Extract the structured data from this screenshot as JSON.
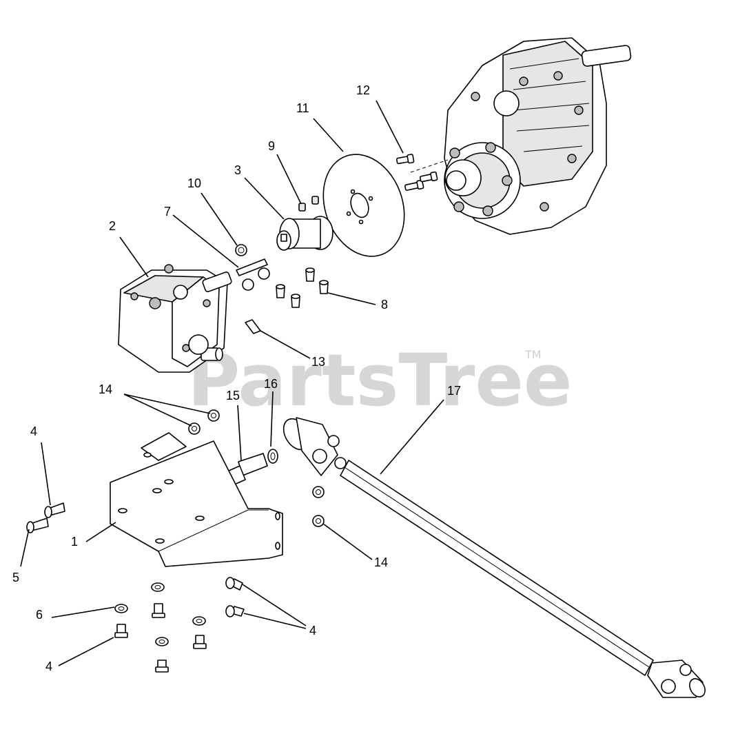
{
  "watermark": {
    "text": "PartsTree",
    "trademark": "TM"
  },
  "callouts": [
    {
      "id": "c1",
      "label": "1"
    },
    {
      "id": "c2",
      "label": "2"
    },
    {
      "id": "c3",
      "label": "3"
    },
    {
      "id": "c4a",
      "label": "4"
    },
    {
      "id": "c4b",
      "label": "4"
    },
    {
      "id": "c4c",
      "label": "4"
    },
    {
      "id": "c5",
      "label": "5"
    },
    {
      "id": "c6",
      "label": "6"
    },
    {
      "id": "c7",
      "label": "7"
    },
    {
      "id": "c8",
      "label": "8"
    },
    {
      "id": "c9",
      "label": "9"
    },
    {
      "id": "c10",
      "label": "10"
    },
    {
      "id": "c11",
      "label": "11"
    },
    {
      "id": "c12",
      "label": "12"
    },
    {
      "id": "c13",
      "label": "13"
    },
    {
      "id": "c14a",
      "label": "14"
    },
    {
      "id": "c14b",
      "label": "14"
    },
    {
      "id": "c15",
      "label": "15"
    },
    {
      "id": "c16",
      "label": "16"
    },
    {
      "id": "c17",
      "label": "17"
    }
  ]
}
